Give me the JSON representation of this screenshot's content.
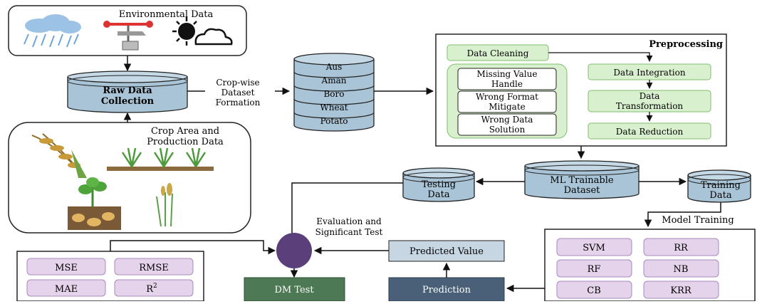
{
  "env": {
    "title": "Environmental Data"
  },
  "crop_area": {
    "title_line1": "Crop Area and",
    "title_line2": "Production Data"
  },
  "raw": {
    "line1": "Raw Data",
    "line2": "Collection"
  },
  "formation": {
    "line1": "Crop-wise",
    "line2": "Dataset",
    "line3": "Formation"
  },
  "crops": [
    "Aus",
    "Aman",
    "Boro",
    "Wheat",
    "Potato"
  ],
  "preprocessing": {
    "title": "Preprocessing",
    "cleaning": "Data Cleaning",
    "missing_1": "Missing Value",
    "missing_2": "Handle",
    "wrong_format_1": "Wrong Format",
    "wrong_format_2": "Mitigate",
    "wrong_data_1": "Wrong Data",
    "wrong_data_2": "Solution",
    "integration": "Data Integration",
    "transformation_1": "Data",
    "transformation_2": "Transformation",
    "reduction": "Data Reduction"
  },
  "ml": {
    "line1": "ML Trainable",
    "line2": "Dataset"
  },
  "testing": {
    "line1": "Testing",
    "line2": "Data"
  },
  "training": {
    "line1": "Training",
    "line2": "Data"
  },
  "model_training": "Model Training",
  "models": [
    "SVM",
    "RR",
    "RF",
    "NB",
    "CB",
    "KRR"
  ],
  "evaluation": {
    "line1": "Evaluation and",
    "line2": "Significant Test"
  },
  "metrics": {
    "mse": "MSE",
    "rmse": "RMSE",
    "mae": "MAE",
    "r2_base": "R",
    "r2_sup": "2"
  },
  "dm_test": "DM Test",
  "predicted_value": "Predicted Value",
  "prediction": "Prediction",
  "colors": {
    "cylinder": "#a9c4d6",
    "green_box": "#d9f0cf",
    "green_border": "#7fbf6f",
    "purple_box": "#e4d3ea",
    "dark_green": "#4d7a55",
    "dark_slate": "#4a6079",
    "circle": "#5b3f7a"
  }
}
